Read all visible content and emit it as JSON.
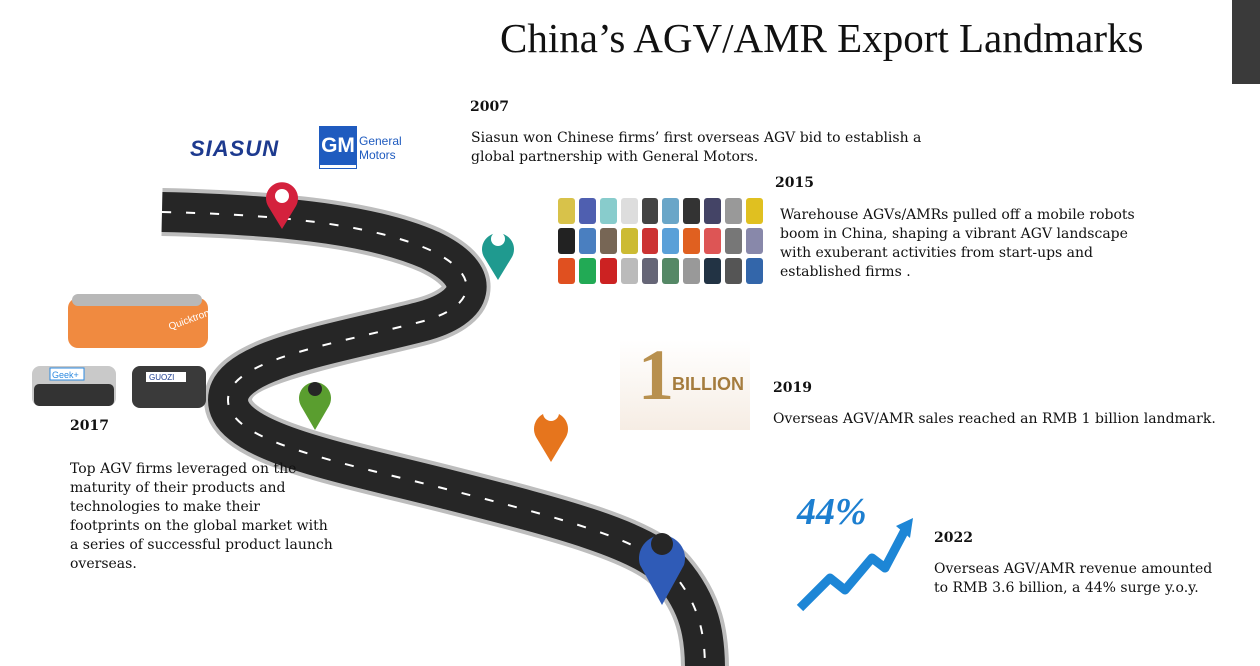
{
  "title": "China’s AGV/AMR Export Landmarks",
  "milestones": [
    {
      "year": "2007",
      "text_lines": [
        "Siasun won Chinese firms’ first overseas AGV bid to establish a",
        "global partnership with General Motors."
      ]
    },
    {
      "year": "2015",
      "text_lines": [
        "Warehouse AGVs/AMRs pulled  off a mobile robots",
        "boom in China, shaping a vibrant AGV landscape",
        "with exuberant activities from start-ups and",
        "established firms ."
      ]
    },
    {
      "year": "2017",
      "text_lines": [
        "Top AGV firms leveraged on the",
        "maturity of their  products and",
        "technologies to make their",
        "footprints on the global market with",
        "a series of successful product launch",
        "overseas."
      ]
    },
    {
      "year": "2019",
      "text_lines": [
        "Overseas AGV/AMR sales reached an RMB 1 billion landmark."
      ]
    },
    {
      "year": "2022",
      "text_lines": [
        "Overseas AGV/AMR revenue amounted",
        "to RMB 3.6 billion, a 44% surge y.o.y."
      ]
    }
  ],
  "logos": {
    "siasun": "SIASUN",
    "gm_mark": "GM",
    "gm_name_1": "General",
    "gm_name_2": "Motors",
    "quicktron": "Quicktron",
    "geek": "Geek+",
    "guozi": "GUOZI"
  },
  "billion_graphic": {
    "one": "1",
    "word": "BILLION"
  },
  "growth_graphic": {
    "percent": "44%"
  },
  "colors": {
    "pin_2007": "#d4213d",
    "pin_2015": "#1f9a8f",
    "pin_2017": "#5a9e2f",
    "pin_2019": "#e6751d",
    "pin_2022": "#2f5bb7",
    "road": "#262626"
  }
}
